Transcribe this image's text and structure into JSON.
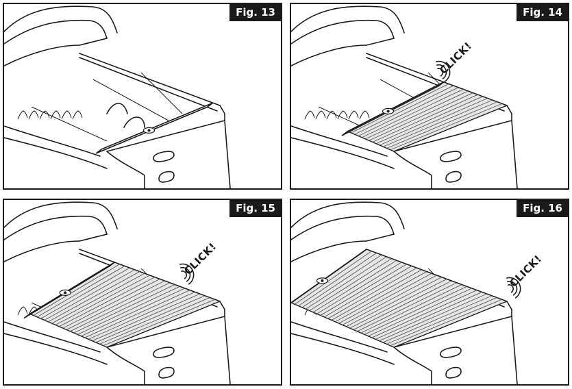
{
  "figures": [
    {
      "label": "Fig. 13",
      "click": ""
    },
    {
      "label": "Fig. 14",
      "click": "CLICK!"
    },
    {
      "label": "Fig. 15",
      "click": "CLICK!"
    },
    {
      "label": "Fig. 16",
      "click": "CLICK!"
    }
  ],
  "cover_coverage": [
    0.0,
    0.45,
    0.75,
    1.0
  ],
  "colors": {
    "ink": "#1a1a1a",
    "paper": "#ffffff",
    "cover": "#e6e6e6"
  },
  "icons": [
    "truck-bed-illustration",
    "sound-waves-icon"
  ]
}
